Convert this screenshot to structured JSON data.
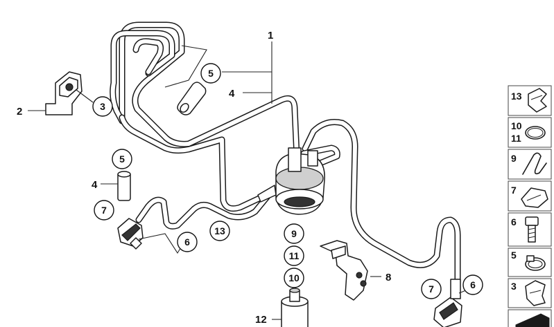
{
  "callouts": {
    "c1": "1",
    "c2": "2",
    "c3": "3",
    "c4a": "4",
    "c4b": "4",
    "c5a": "5",
    "c5b": "5",
    "c6a": "6",
    "c6b": "6",
    "c7a": "7",
    "c7b": "7",
    "c8": "8",
    "c9": "9",
    "c10": "10",
    "c11": "11",
    "c12": "12",
    "c13": "13"
  },
  "key_panel": {
    "k13": "13",
    "k10": "10",
    "k11": "11",
    "k9": "9",
    "k7": "7",
    "k6": "6",
    "k5": "5",
    "k3": "3"
  }
}
